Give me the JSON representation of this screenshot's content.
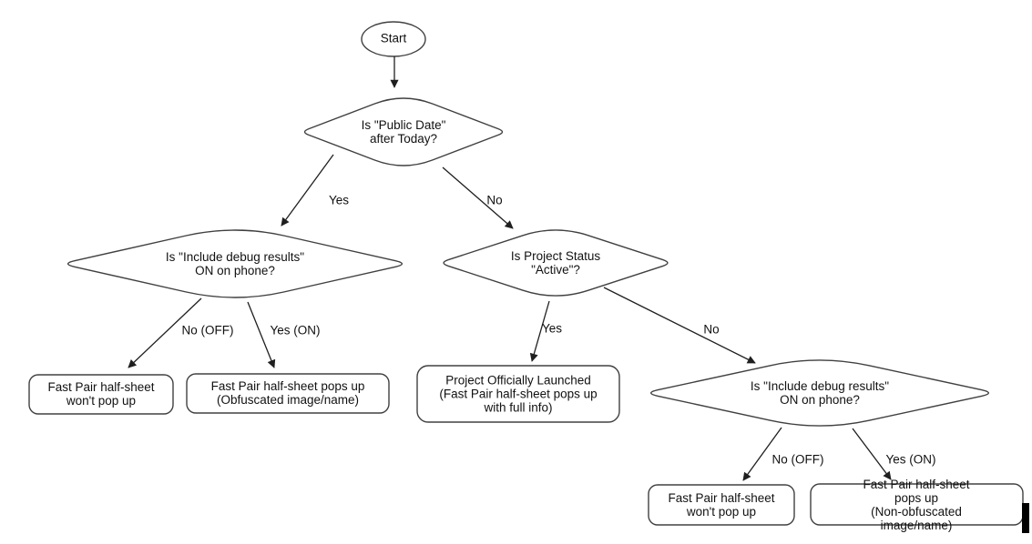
{
  "diagram": {
    "type": "flowchart",
    "colors": {
      "background": "#ffffff",
      "shape_stroke": "#404040",
      "arrow": "#1f1f1f",
      "text": "#111111"
    },
    "nodes": {
      "start": {
        "shape": "ellipse",
        "label": "Start"
      },
      "decision_public_date": {
        "shape": "decision",
        "lines": [
          "Is \"Public Date\"",
          "after Today?"
        ]
      },
      "decision_debug_left": {
        "shape": "decision",
        "lines": [
          "Is \"Include debug results\"",
          "ON on phone?"
        ]
      },
      "decision_project_status": {
        "shape": "decision",
        "lines": [
          "Is Project Status",
          "\"Active\"?"
        ]
      },
      "decision_debug_right": {
        "shape": "decision",
        "lines": [
          "Is \"Include debug results\"",
          "ON on phone?"
        ]
      },
      "result_wont_popup_left": {
        "shape": "rounded-rect",
        "lines": [
          "Fast Pair half-sheet",
          "won't pop up"
        ]
      },
      "result_obfuscated": {
        "shape": "rounded-rect",
        "lines": [
          "Fast Pair half-sheet pops up",
          "(Obfuscated image/name)"
        ]
      },
      "result_launched": {
        "shape": "rounded-rect",
        "lines": [
          "Project Officially Launched",
          "(Fast Pair half-sheet pops up",
          "with full info)"
        ]
      },
      "result_wont_popup_right": {
        "shape": "rounded-rect",
        "lines": [
          "Fast Pair half-sheet",
          "won't pop up"
        ]
      },
      "result_non_obfuscated": {
        "shape": "rounded-rect",
        "lines": [
          "Fast Pair half-sheet pops up",
          "(Non-obfuscated image/name)"
        ]
      }
    },
    "edge_labels": {
      "yes_top": "Yes",
      "no_top": "No",
      "no_off_left": "No (OFF)",
      "yes_on_left": "Yes (ON)",
      "yes_mid": "Yes",
      "no_mid": "No",
      "no_off_right": "No (OFF)",
      "yes_on_right": "Yes (ON)"
    }
  }
}
